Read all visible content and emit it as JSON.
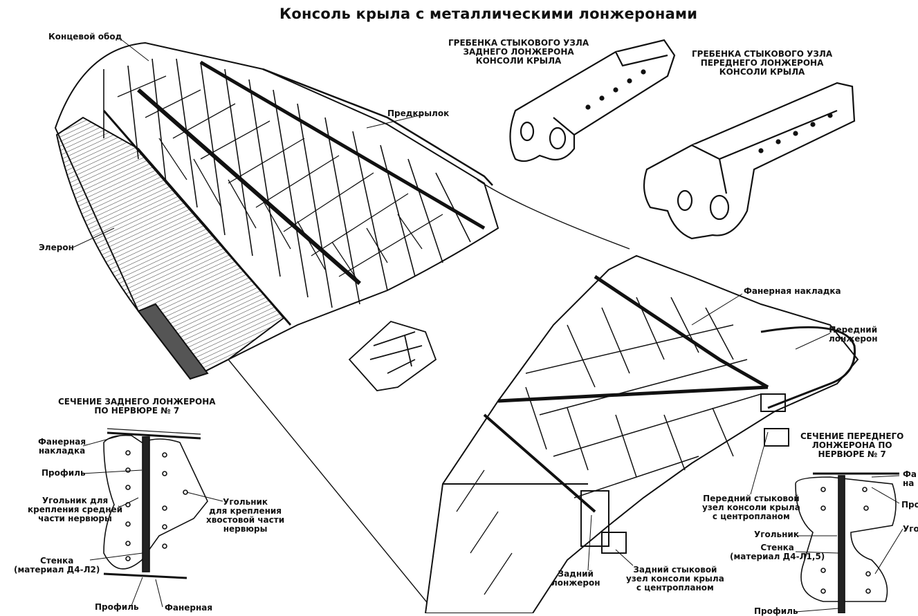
{
  "title": "Консоль крыла с металлическими лонжеронами",
  "labels": {
    "wingtip_rim": "Концевой обод",
    "slat": "Предкрылок",
    "aileron": "Элерон",
    "rear_comb": "ГРЕБЕНКА СТЫКОВОГО УЗЛА\nЗАДНЕГО ЛОНЖЕРОНА\nКОНСОЛИ КРЫЛА",
    "front_comb": "ГРЕБЕНКА СТЫКОВОГО УЗЛА\nПЕРЕДНЕГО ЛОНЖЕРОНА\nКОНСОЛИ КРЫЛА",
    "plywood_pad_main": "Фанерная накладка",
    "front_spar_main": "Передний\nлонжерон",
    "rear_spar_main": "Задний\nлонжерон",
    "front_joint": "Передний стыковой\nузел консоли крыла\nс центропланом",
    "rear_joint": "Задний стыковой\nузел консоли крыла\nс центропланом"
  },
  "rear_section": {
    "heading": "СЕЧЕНИЕ ЗАДНЕГО ЛОНЖЕРОНА\nПО НЕРВЮРЕ № 7",
    "plywood_pad": "Фанерная\nнакладка",
    "profile_top": "Профиль",
    "angle_mid": "Угольник для\nкрепления средней\nчасти нервюры",
    "angle_tail": "Угольник\nдля крепления\nхвостовой части\nнервюры",
    "web": "Стенка\n(материал Д4-Л2)",
    "profile_bottom": "Профиль",
    "plywood_bottom": "Фанерная"
  },
  "front_section": {
    "heading": "СЕЧЕНИЕ ПЕРЕДНЕГО\nЛОНЖЕРОНА ПО\nНЕРВЮРЕ № 7",
    "plywood_pad_cut": "Фа\nна",
    "profile_cut": "Про",
    "angle_right_cut": "Уго",
    "angle": "Угольник",
    "web": "Стенка\n(материал Д4-Л1,5)",
    "profile_bottom": "Профиль"
  }
}
